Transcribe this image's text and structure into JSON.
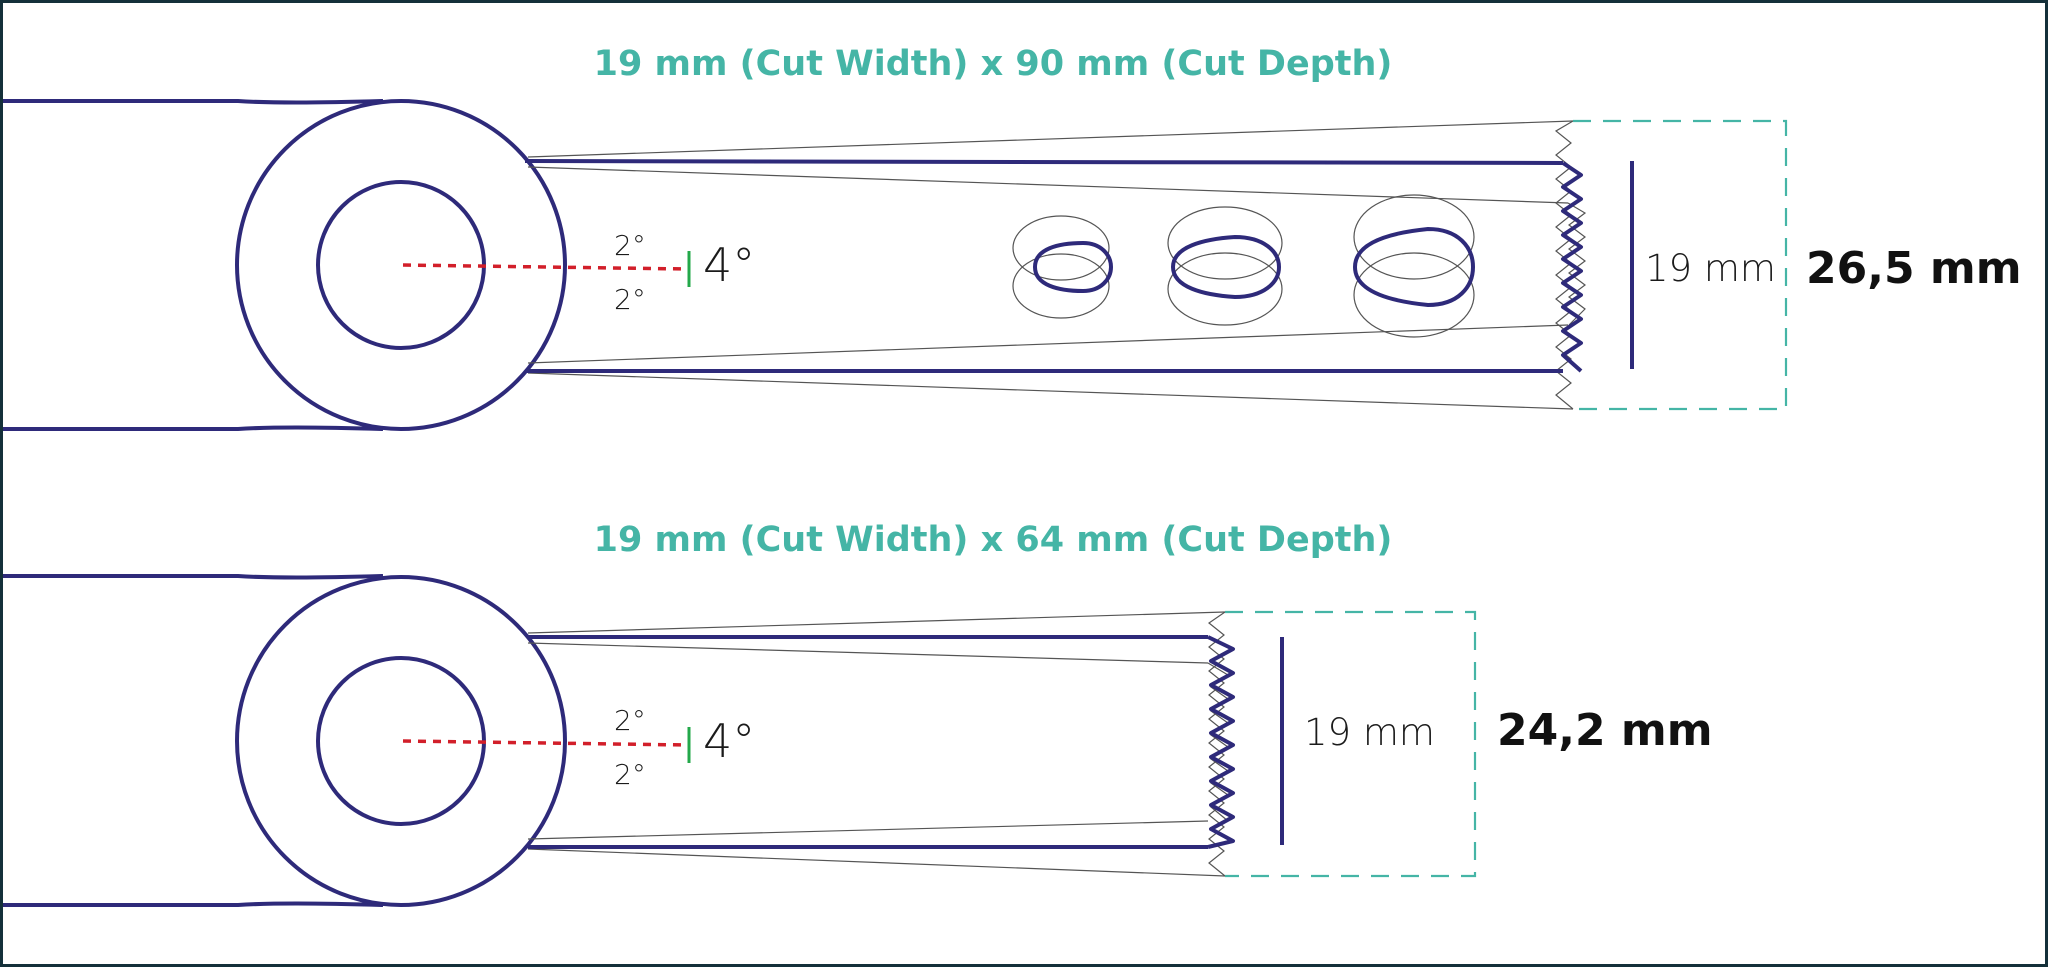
{
  "blades": [
    {
      "title": "19 mm (Cut Width) x 90 mm (Cut Depth)",
      "angle_upper": "2°",
      "angle_lower": "2°",
      "angle_total": "4°",
      "cut_width_label": "19 mm",
      "sweep_width_label": "26,5 mm"
    },
    {
      "title": "19 mm (Cut Width) x 64 mm (Cut Depth)",
      "angle_upper": "2°",
      "angle_lower": "2°",
      "angle_total": "4°",
      "cut_width_label": "19 mm",
      "sweep_width_label": "24,2 mm"
    }
  ],
  "colors": {
    "blade_outline": "#2e2a7a",
    "title": "#45b5a6",
    "axis": "#d21f2a",
    "angle_tick": "#23a84a",
    "sweep_box": "#45b5a6"
  }
}
